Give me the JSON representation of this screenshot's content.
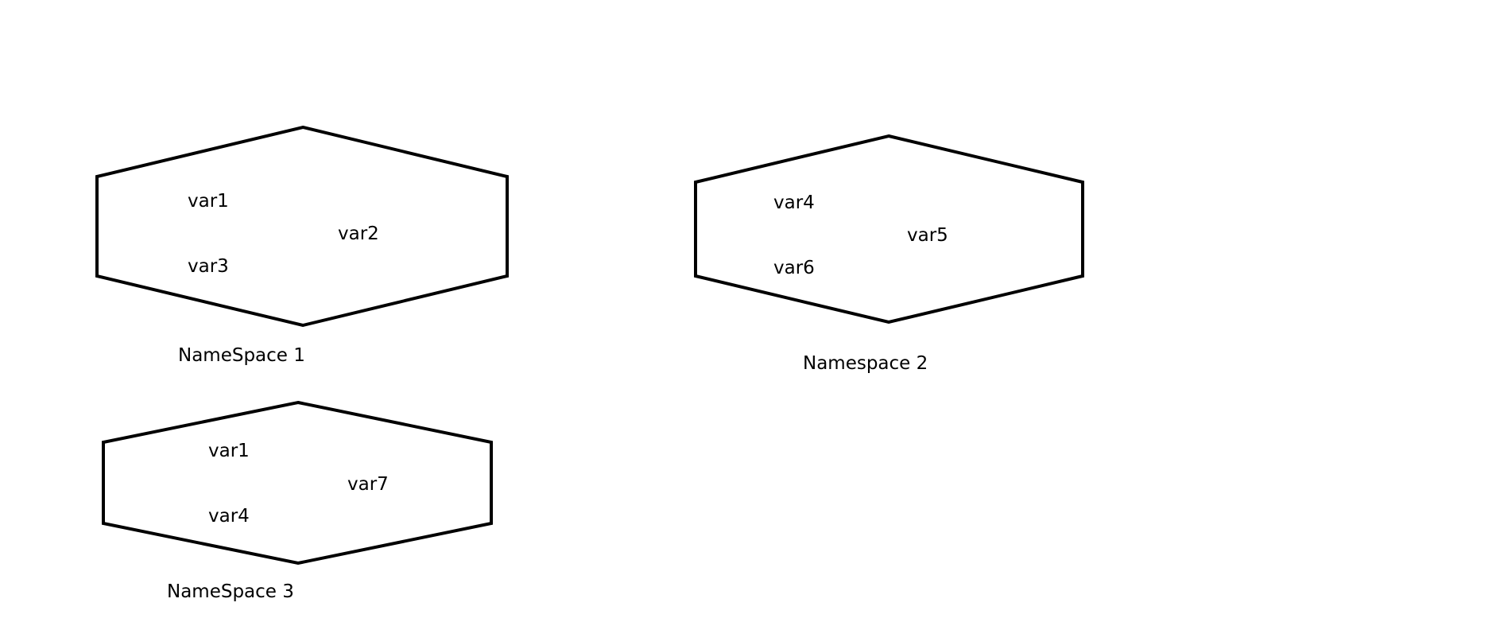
{
  "namespaces": [
    {
      "label": "NameSpace 1",
      "vars": [
        "var1",
        "var2",
        "var3"
      ]
    },
    {
      "label": "Namespace 2",
      "vars": [
        "var4",
        "var5",
        "var6"
      ]
    },
    {
      "label": "NameSpace 3",
      "vars": [
        "var1",
        "var7",
        "var4"
      ]
    }
  ]
}
